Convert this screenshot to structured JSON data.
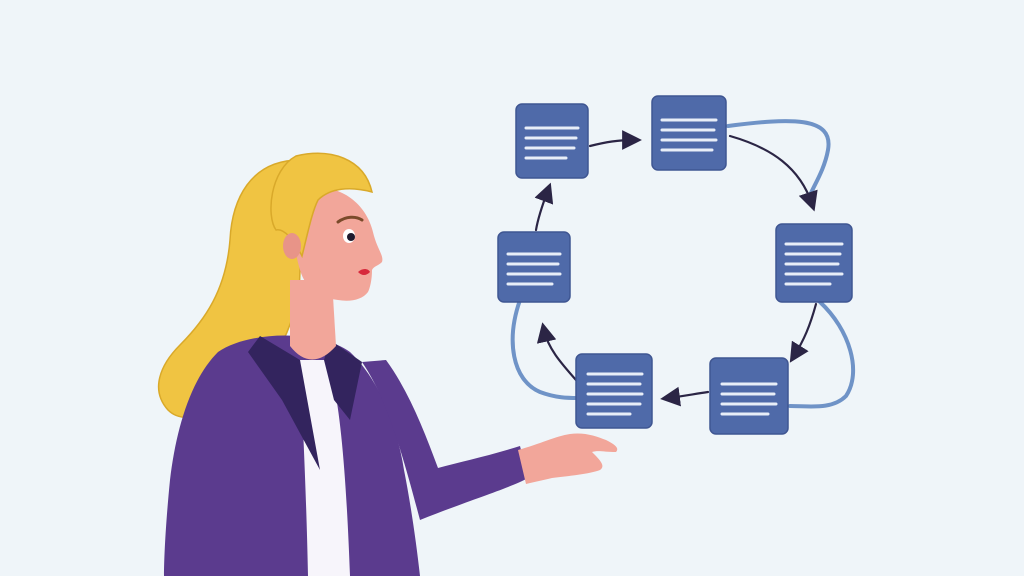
{
  "diagram": {
    "type": "cycle",
    "direction": "clockwise",
    "nodes": [
      {
        "id": "n1",
        "icon": "document-icon",
        "text_lines": 4
      },
      {
        "id": "n2",
        "icon": "document-icon",
        "text_lines": 4
      },
      {
        "id": "n3",
        "icon": "document-icon",
        "text_lines": 5
      },
      {
        "id": "n4",
        "icon": "document-icon",
        "text_lines": 4
      },
      {
        "id": "n5",
        "icon": "document-icon",
        "text_lines": 5
      },
      {
        "id": "n6",
        "icon": "document-icon",
        "text_lines": 4
      }
    ],
    "edges": [
      {
        "from": "n1",
        "to": "n2"
      },
      {
        "from": "n2",
        "to": "n3"
      },
      {
        "from": "n3",
        "to": "n4"
      },
      {
        "from": "n4",
        "to": "n5"
      },
      {
        "from": "n5",
        "to": "n6"
      },
      {
        "from": "n6",
        "to": "n1"
      }
    ]
  },
  "figure": {
    "subject": "presenter",
    "gesture": "open-palm-toward-diagram"
  },
  "colors": {
    "background": "#eff5f9",
    "node_fill": "#4f6aa9",
    "node_lines": "#e8eef8",
    "arrow": "#2b2545",
    "link": "#6f93c7",
    "jacket": "#5b3b8e",
    "jacket_dark": "#33245e",
    "hair": "#f0c442",
    "skin": "#f2a69a"
  }
}
